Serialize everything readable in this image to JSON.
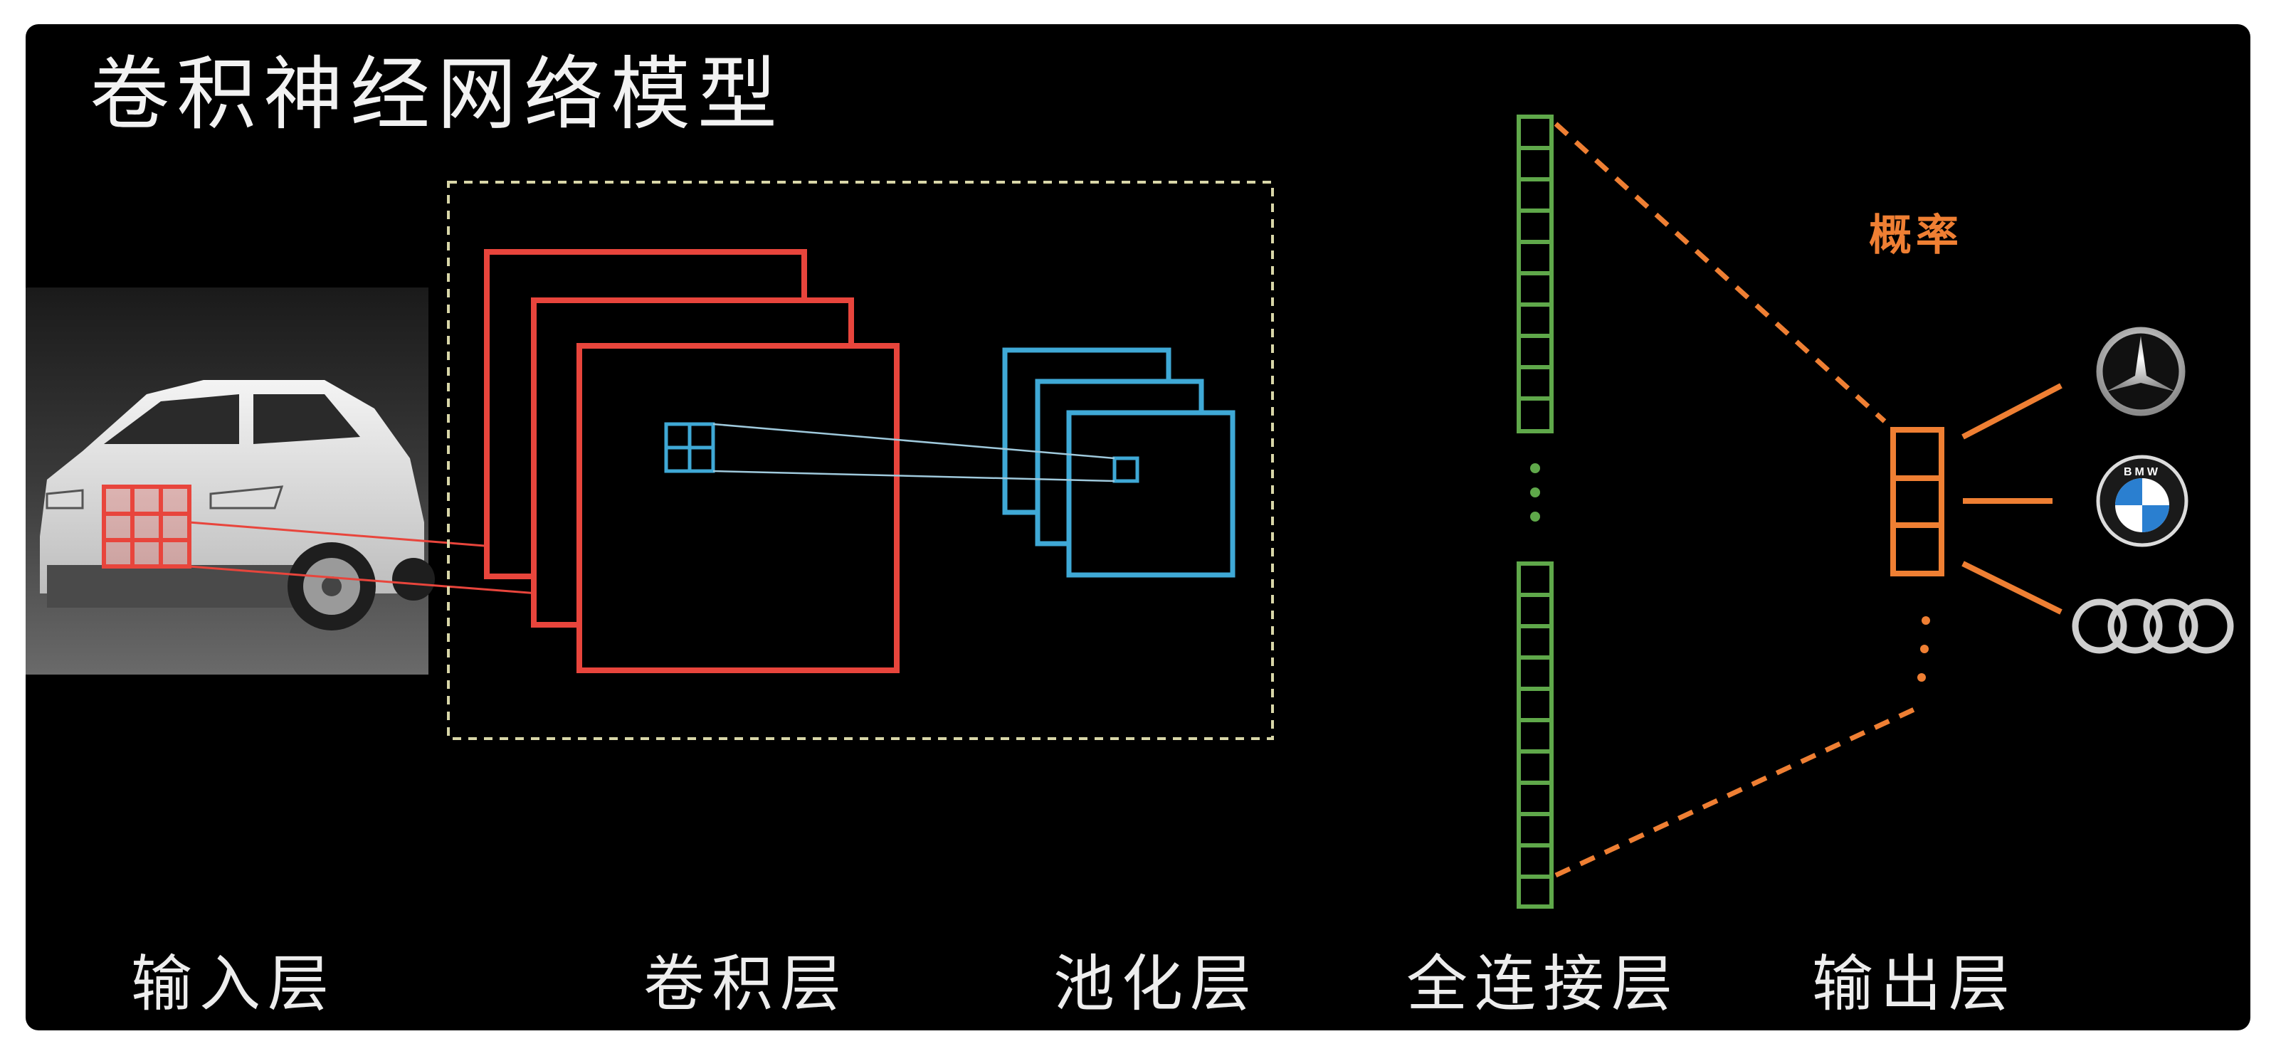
{
  "title": "卷积神经网络模型",
  "labels": {
    "input": "输入层",
    "conv": "卷积层",
    "pool": "池化层",
    "fc": "全连接层",
    "output": "输出层"
  },
  "probability_label": "概率",
  "brand_logos": {
    "mercedes": "mercedes-benz-logo-icon",
    "bmw": "bmw-logo-icon",
    "bmw_text": "BMW",
    "audi": "audi-rings-logo-icon"
  },
  "colors": {
    "background": "#000000",
    "conv": "#e8453c",
    "pool": "#3fa9d6",
    "fc": "#5fa84a",
    "output": "#ef7f33",
    "dashed_box": "#d8d6a8"
  }
}
